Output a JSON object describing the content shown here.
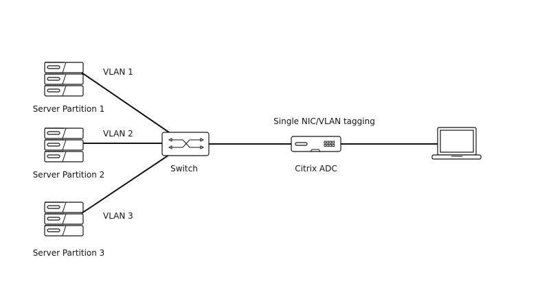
{
  "nodes": {
    "partition1": {
      "label": "Server Partition 1",
      "icon": "server-stack-icon"
    },
    "partition2": {
      "label": "Server Partition 2",
      "icon": "server-stack-icon"
    },
    "partition3": {
      "label": "Server Partition 3",
      "icon": "server-stack-icon"
    },
    "switch": {
      "label": "Switch",
      "icon": "network-switch-icon"
    },
    "adc": {
      "label": "Citrix ADC",
      "icon": "appliance-icon"
    },
    "client": {
      "label": "",
      "icon": "laptop-icon"
    }
  },
  "links": {
    "vlan1": "VLAN 1",
    "vlan2": "VLAN 2",
    "vlan3": "VLAN 3",
    "trunk": "Single NIC/VLAN tagging"
  }
}
